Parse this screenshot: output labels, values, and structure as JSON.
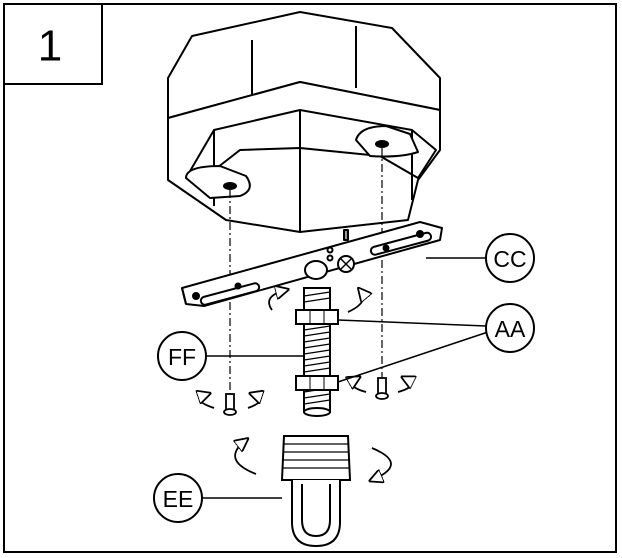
{
  "step": {
    "number": "1"
  },
  "callouts": {
    "cc": "CC",
    "aa": "AA",
    "ff": "FF",
    "ee": "EE"
  },
  "colors": {
    "ink": "#000000",
    "paper": "#ffffff",
    "shade": "#d8d8d8"
  },
  "icons": [
    "rotate-arrow-icon",
    "screw-icon",
    "nut-icon",
    "threaded-rod-icon",
    "mounting-strap-icon",
    "junction-box-icon",
    "socket-icon"
  ]
}
